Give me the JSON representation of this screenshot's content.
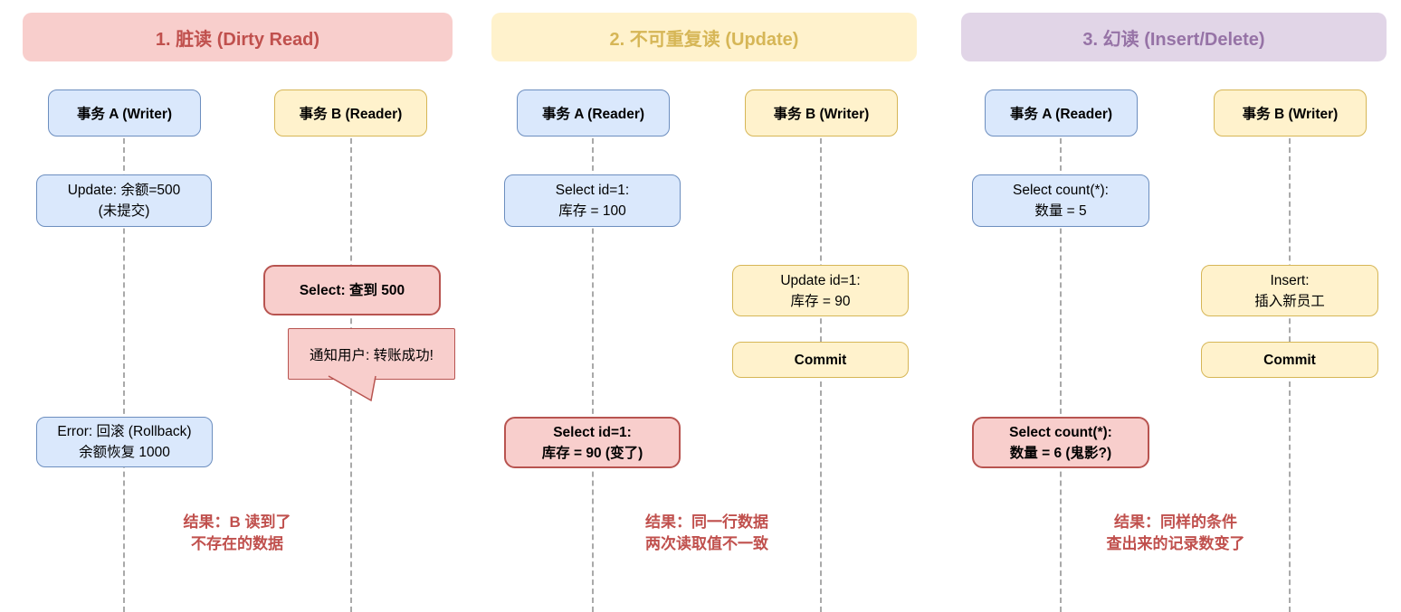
{
  "palette": {
    "blue_fill": "#dae8fc",
    "blue_border": "#6c8ebf",
    "yellow_fill": "#fff2cc",
    "yellow_border": "#d6b656",
    "red_fill": "#f8cecc",
    "red_border": "#b85450",
    "purple_fill": "#e1d5e7",
    "purple_text": "#9673a6",
    "red_text": "#c0504d",
    "gold_text": "#d6b656",
    "lifeline_gray": "#a9a9a9",
    "background": "#ffffff"
  },
  "sections": [
    {
      "header": "1. 脏读 (Dirty Read)",
      "lane_a": "事务 A (Writer)",
      "lane_b": "事务 B (Reader)",
      "events": {
        "a_update": {
          "line1": "Update: 余额=500",
          "line2": "(未提交)"
        },
        "b_select": {
          "line1": "Select: 查到 500"
        },
        "b_notify": {
          "line1": "通知用户: 转账成功!"
        },
        "a_error": {
          "line1": "Error: 回滚 (Rollback)",
          "line2": "余额恢复 1000"
        }
      },
      "result": {
        "line1": "结果：B 读到了",
        "line2": "不存在的数据"
      }
    },
    {
      "header": "2. 不可重复读 (Update)",
      "lane_a": "事务 A (Reader)",
      "lane_b": "事务 B (Writer)",
      "events": {
        "a_select1": {
          "line1": "Select id=1:",
          "line2": "库存 = 100"
        },
        "b_update": {
          "line1": "Update id=1:",
          "line2": "库存 = 90"
        },
        "b_commit": {
          "line1": "Commit"
        },
        "a_select2": {
          "line1": "Select id=1:",
          "line2": "库存 = 90 (变了)"
        }
      },
      "result": {
        "line1": "结果：同一行数据",
        "line2": "两次读取值不一致"
      }
    },
    {
      "header": "3. 幻读 (Insert/Delete)",
      "lane_a": "事务 A (Reader)",
      "lane_b": "事务 B (Writer)",
      "events": {
        "a_select1": {
          "line1": "Select count(*):",
          "line2": "数量 = 5"
        },
        "b_insert": {
          "line1": "Insert:",
          "line2": "插入新员工"
        },
        "b_commit": {
          "line1": "Commit"
        },
        "a_select2": {
          "line1": "Select count(*):",
          "line2": "数量 = 6 (鬼影?)"
        }
      },
      "result": {
        "line1": "结果：同样的条件",
        "line2": "查出来的记录数变了"
      }
    }
  ]
}
